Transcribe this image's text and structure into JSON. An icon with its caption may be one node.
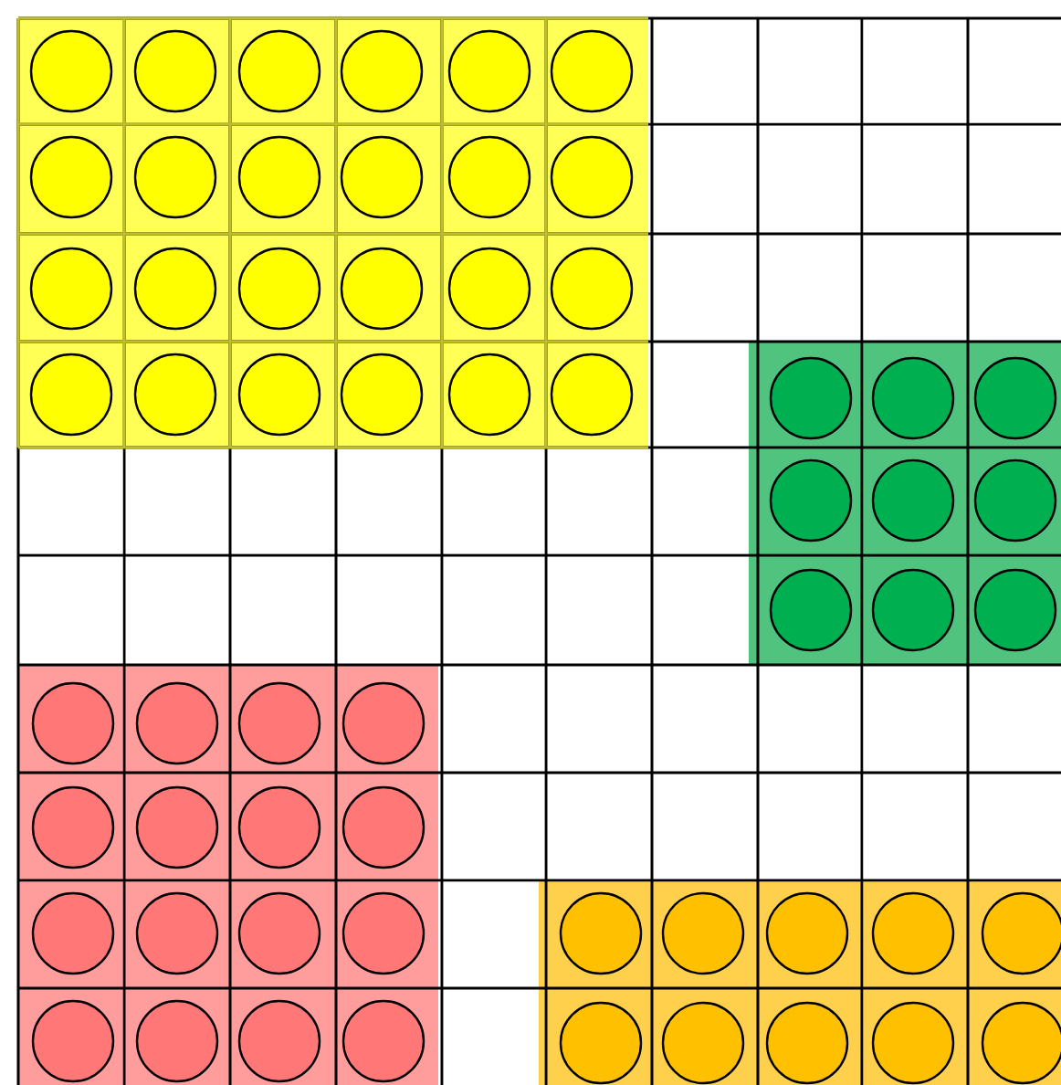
{
  "diagram": {
    "nodes": [
      {
        "text": [],
        "shape": "box"
      },
      {
        "text": [],
        "shape": "circle",
        "in": 0
      },
      {
        "text": [],
        "shape": "circle",
        "in": 0
      },
      {
        "text": [],
        "shape": "circle",
        "in": 0
      },
      {
        "text": [],
        "shape": "circle",
        "in": 0
      },
      {
        "text": [],
        "shape": "circle",
        "in": 0
      },
      {
        "text": [],
        "shape": "circle",
        "in": 0
      },
      {
        "text": [],
        "shape": "circle",
        "in": 0
      },
      {
        "text": [],
        "shape": "circle",
        "in": 0
      },
      {
        "text": [],
        "shape": "circle",
        "in": 0
      },
      {
        "text": [],
        "shape": "circle",
        "in": 0
      },
      {
        "text": [],
        "shape": "circle",
        "in": 0
      },
      {
        "text": [],
        "shape": "circle",
        "in": 0
      },
      {
        "text": [],
        "shape": "circle",
        "in": 0
      },
      {
        "text": [],
        "shape": "circle",
        "in": 0
      },
      {
        "text": [],
        "shape": "circle",
        "in": 0
      },
      {
        "text": [],
        "shape": "circle",
        "in": 0
      },
      {
        "text": [],
        "shape": "circle",
        "in": 0
      },
      {
        "text": [],
        "shape": "circle",
        "in": 0
      },
      {
        "text": [],
        "shape": "circle",
        "in": 0
      },
      {
        "text": [],
        "shape": "circle",
        "in": 0
      },
      {
        "text": [],
        "shape": "circle",
        "in": 0
      },
      {
        "text": [],
        "shape": "circle",
        "in": 0
      },
      {
        "text": [],
        "shape": "circle",
        "in": 0
      },
      {
        "text": [],
        "shape": "circle",
        "in": 0
      },
      {
        "text": [],
        "shape": "box"
      },
      {
        "text": [],
        "shape": "circle",
        "in": 25
      },
      {
        "text": [],
        "shape": "circle",
        "in": 25
      },
      {
        "text": [],
        "shape": "circle",
        "in": 25
      },
      {
        "text": [],
        "shape": "circle",
        "in": 25
      },
      {
        "text": [],
        "shape": "circle",
        "in": 25
      },
      {
        "text": [],
        "shape": "circle",
        "in": 25
      },
      {
        "text": [],
        "shape": "circle",
        "in": 25
      },
      {
        "text": [],
        "shape": "circle",
        "in": 25
      },
      {
        "text": [],
        "shape": "circle",
        "in": 25
      },
      {
        "text": [],
        "shape": "box"
      },
      {
        "text": [],
        "shape": "circle",
        "in": 35
      },
      {
        "text": [],
        "shape": "circle",
        "in": 35
      },
      {
        "text": [],
        "shape": "circle",
        "in": 35
      },
      {
        "text": [],
        "shape": "circle",
        "in": 35
      },
      {
        "text": [],
        "shape": "circle",
        "in": 35
      },
      {
        "text": [],
        "shape": "circle",
        "in": 35
      },
      {
        "text": [],
        "shape": "circle",
        "in": 35
      },
      {
        "text": [],
        "shape": "circle",
        "in": 35
      },
      {
        "text": [],
        "shape": "circle",
        "in": 35
      },
      {
        "text": [],
        "shape": "circle",
        "in": 35
      },
      {
        "text": [],
        "shape": "circle",
        "in": 35
      },
      {
        "text": [],
        "shape": "circle",
        "in": 35
      },
      {
        "text": [],
        "shape": "circle",
        "in": 35
      },
      {
        "text": [],
        "shape": "circle",
        "in": 35
      },
      {
        "text": [],
        "shape": "circle",
        "in": 35
      },
      {
        "text": [],
        "shape": "circle",
        "in": 35
      },
      {
        "text": [],
        "shape": "box"
      },
      {
        "text": [],
        "shape": "circle",
        "in": 52
      },
      {
        "text": [],
        "shape": "circle",
        "in": 52
      },
      {
        "text": [],
        "shape": "circle",
        "in": 52
      },
      {
        "text": [],
        "shape": "circle",
        "in": 52
      },
      {
        "text": [],
        "shape": "circle",
        "in": 52
      },
      {
        "text": [],
        "shape": "circle",
        "in": 52
      },
      {
        "text": [],
        "shape": "circle",
        "in": 52
      },
      {
        "text": [],
        "shape": "circle",
        "in": 52
      },
      {
        "text": [],
        "shape": "circle",
        "in": 52
      },
      {
        "text": [],
        "shape": "circle",
        "in": 52
      }
    ]
  }
}
